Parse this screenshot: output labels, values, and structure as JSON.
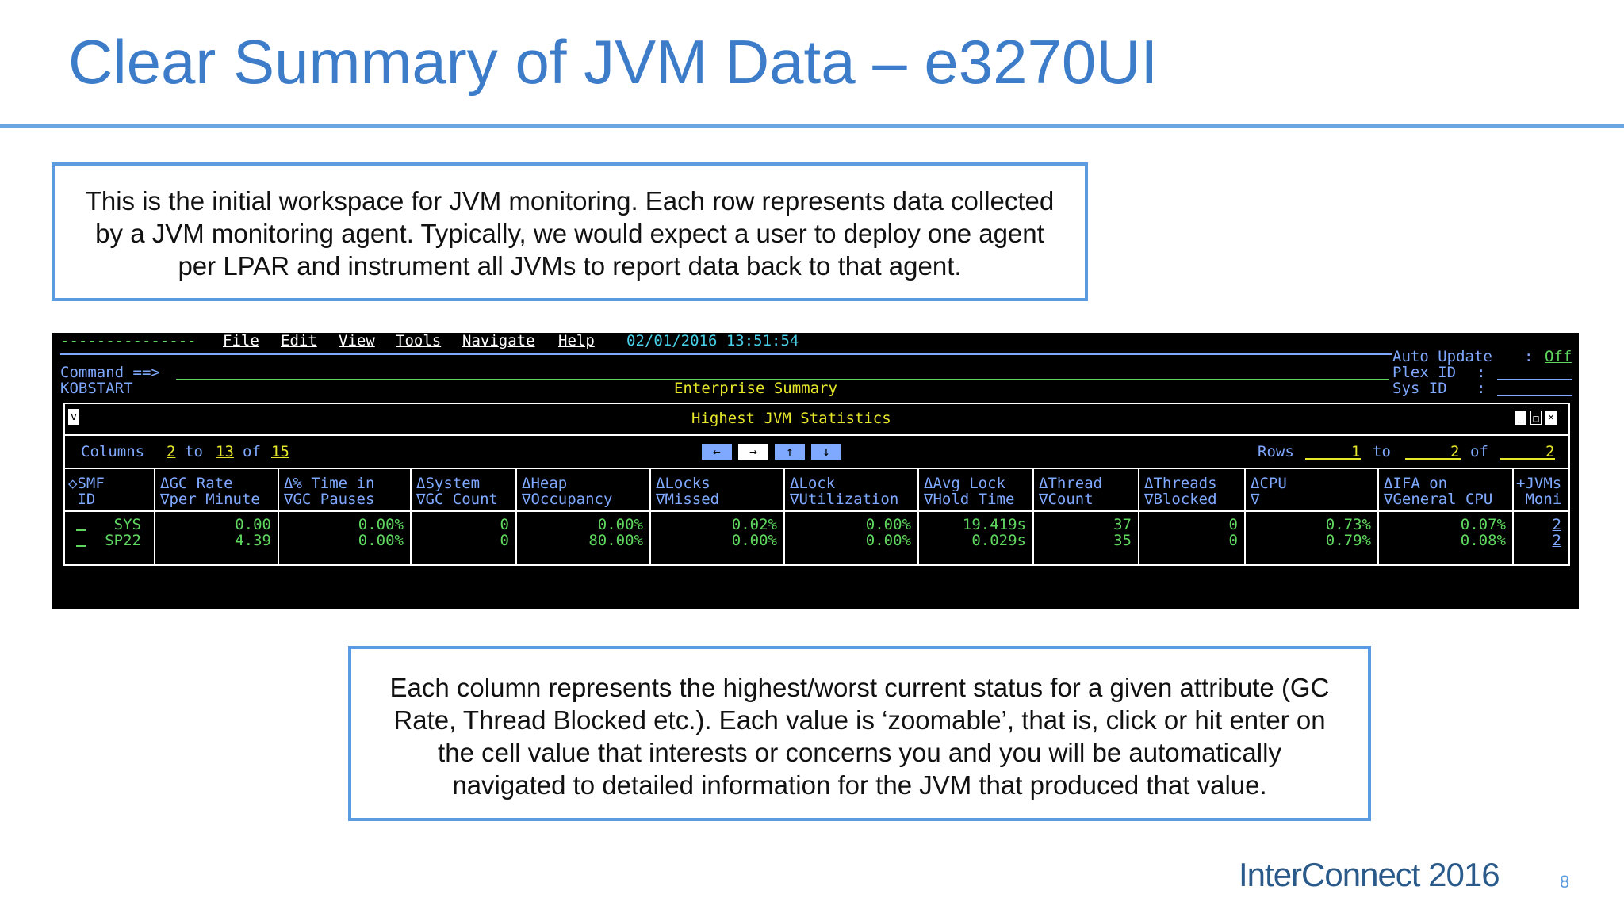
{
  "slide": {
    "title": "Clear Summary of JVM Data – e3270UI",
    "callout_top": [
      "This is the initial workspace for JVM monitoring.  Each row represents data collected",
      "by a JVM monitoring agent. Typically, we would expect a user to deploy one agent",
      "per LPAR and instrument  all JVMs to report data back to that agent."
    ],
    "callout_bottom": [
      "Each column  represents the highest/worst current status for a given attribute (GC",
      "Rate, Thread Blocked etc.). Each value  is ‘zoomable’,  that is, click or hit enter on",
      "the cell value  that interests or concerns  you and you will be automatically",
      "navigated  to detailed information  for the JVM that produced that value."
    ],
    "footer_brand": "InterConnect 2016",
    "page_number": "8"
  },
  "terminal": {
    "dash_prefix": "---------------",
    "menu": [
      "File",
      "Edit",
      "View",
      "Tools",
      "Navigate",
      "Help"
    ],
    "datetime": "02/01/2016 13:51:54",
    "command_label": "Command ==>",
    "workspace_id": "KOBSTART",
    "workspace_title": "Enterprise Summary",
    "auto_update_label": "Auto Update",
    "auto_update_value": "Off",
    "plex_id_label": "Plex ID",
    "sys_id_label": "Sys ID",
    "colon": ":",
    "view_title": "Highest JVM Statistics",
    "columns": {
      "label": "Columns",
      "from": "2",
      "to_word": "to",
      "to": "13",
      "of_word": "of",
      "total": "15"
    },
    "rows": {
      "label": "Rows",
      "from": "1",
      "to_word": "to",
      "to": "2",
      "of_word": "of",
      "total": "2"
    },
    "nav_arrows": [
      "←",
      "→",
      "↑",
      "↓"
    ],
    "window_controls": [
      "_",
      "□",
      "×"
    ],
    "corner_glyph": "v",
    "table": {
      "headers": [
        [
          "◇SMF",
          " ID"
        ],
        [
          "ΔGC Rate",
          "∇per Minute"
        ],
        [
          "Δ% Time in",
          "∇GC Pauses"
        ],
        [
          "ΔSystem",
          "∇GC Count"
        ],
        [
          "ΔHeap",
          "∇Occupancy"
        ],
        [
          "ΔLocks",
          "∇Missed"
        ],
        [
          "ΔLock",
          "∇Utilization"
        ],
        [
          "ΔAvg Lock",
          "∇Hold Time"
        ],
        [
          "ΔThread",
          "∇Count"
        ],
        [
          "ΔThreads",
          "∇Blocked"
        ],
        [
          "ΔCPU",
          "∇"
        ],
        [
          "ΔIFA on",
          "∇General CPU"
        ],
        [
          "+JVMs",
          " Moni"
        ]
      ],
      "rows": [
        [
          "SYS",
          "0.00",
          "0.00%",
          "0",
          "0.00%",
          "0.02%",
          "0.00%",
          "19.419s",
          "37",
          "0",
          "0.73%",
          "0.07%",
          "2"
        ],
        [
          "SP22",
          "4.39",
          "0.00%",
          "0",
          "80.00%",
          "0.00%",
          "0.00%",
          "0.029s",
          "35",
          "0",
          "0.79%",
          "0.08%",
          "2"
        ]
      ]
    }
  },
  "colors": {
    "accent": "#3d7cc9",
    "terminal_bg": "#000000",
    "term_green": "#5fd75f",
    "term_blue": "#7fa8ff",
    "term_yellow": "#e6e62a"
  }
}
